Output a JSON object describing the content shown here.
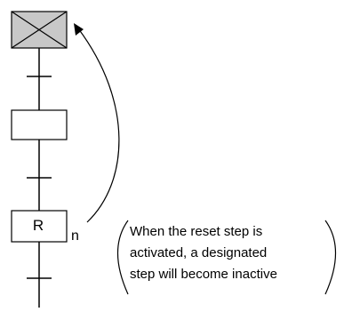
{
  "diagram": {
    "reset_step": {
      "label": "R",
      "target_label": "n"
    },
    "note": {
      "lines": [
        "When the reset step is",
        "activated, a designated",
        "step will become inactive"
      ]
    },
    "colors": {
      "initial_step_fill": "#c8c8c8",
      "stroke": "#000000"
    }
  }
}
